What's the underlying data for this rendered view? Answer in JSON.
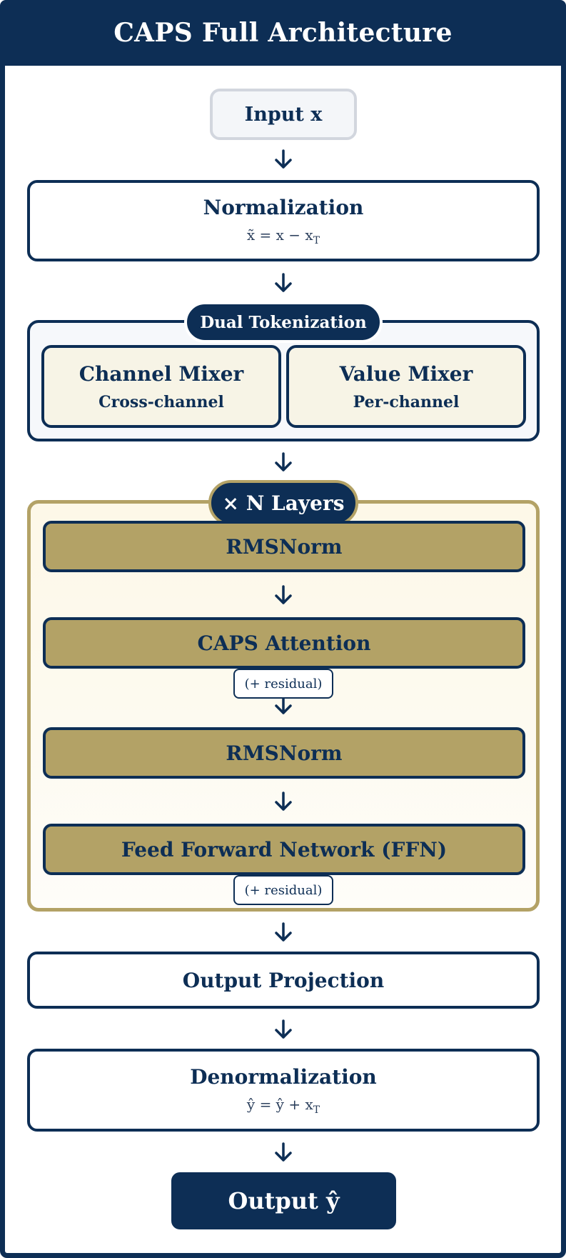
{
  "title": "CAPS Full Architecture",
  "input": {
    "label": "Input x"
  },
  "normalization": {
    "title": "Normalization",
    "formula_main": "x̃ = x − x",
    "formula_sub": "T"
  },
  "dual_tokenization": {
    "label": "Dual Tokenization",
    "channel_mixer": {
      "title": "Channel Mixer",
      "subtitle": "Cross-channel"
    },
    "value_mixer": {
      "title": "Value Mixer",
      "subtitle": "Per-channel"
    }
  },
  "layers": {
    "label": "× N Layers",
    "rmsnorm_1": "RMSNorm",
    "attention": "CAPS Attention",
    "residual_1": "(+ residual)",
    "rmsnorm_2": "RMSNorm",
    "ffn": "Feed Forward Network (FFN)",
    "residual_2": "(+ residual)"
  },
  "output_projection": {
    "title": "Output Projection"
  },
  "denormalization": {
    "title": "Denormalization",
    "formula_main": "ŷ = ŷ + x",
    "formula_sub": "T"
  },
  "output": {
    "label": "Output ŷ"
  },
  "colors": {
    "navy": "#0d2e55",
    "gold": "#b3a266",
    "cream": "#f7f4e6",
    "light_panel": "#f6f8fb"
  }
}
